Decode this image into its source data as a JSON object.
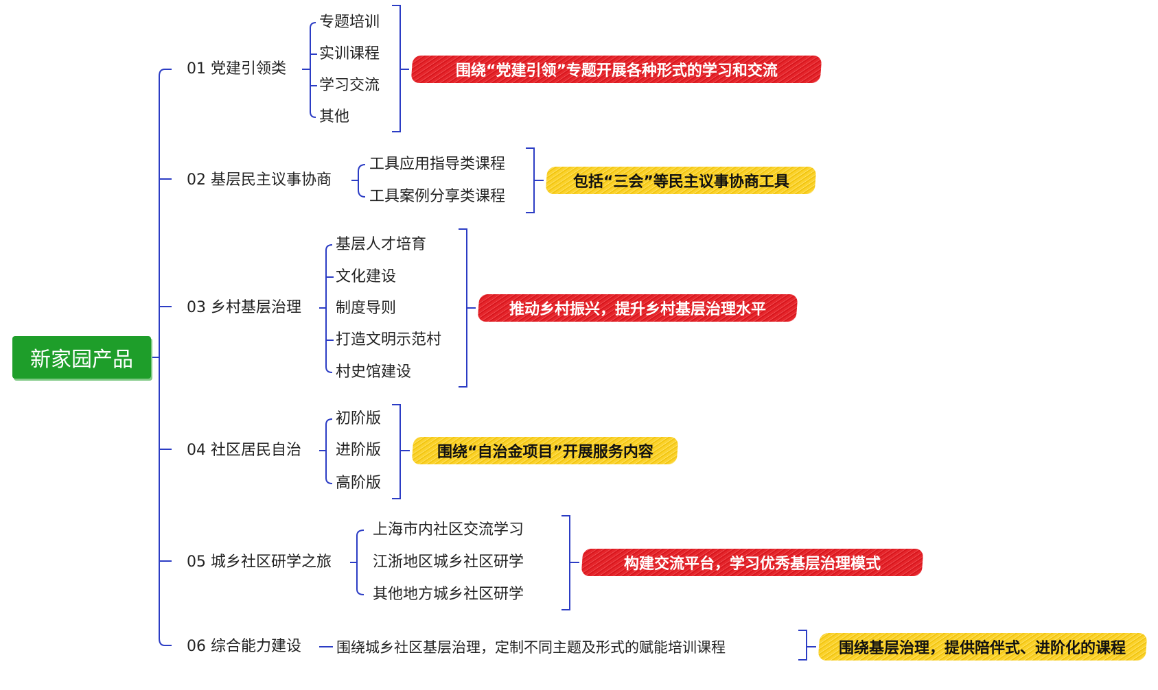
{
  "root": {
    "label": "新家园产品"
  },
  "branches": [
    {
      "label": "01 党建引领类",
      "items": [
        "专题培训",
        "实训课程",
        "学习交流",
        "其他"
      ],
      "note": "围绕“党建引领”专题开展各种形式的学习和交流",
      "note_color": "#e5252b"
    },
    {
      "label": "02 基层民主议事协商",
      "items": [
        "工具应用指导类课程",
        "工具案例分享类课程"
      ],
      "note": "包括“三会”等民主议事协商工具",
      "note_color": "#fbd22c"
    },
    {
      "label": "03 乡村基层治理",
      "items": [
        "基层人才培育",
        "文化建设",
        "制度导则",
        "打造文明示范村",
        "村史馆建设"
      ],
      "note": "推动乡村振兴，提升乡村基层治理水平",
      "note_color": "#e5252b"
    },
    {
      "label": "04 社区居民自治",
      "items": [
        "初阶版",
        "进阶版",
        "高阶版"
      ],
      "note": "围绕“自治金项目”开展服务内容",
      "note_color": "#fbd22c"
    },
    {
      "label": "05 城乡社区研学之旅",
      "items": [
        "上海市内社区交流学习",
        "江浙地区城乡社区研学",
        "其他地方城乡社区研学"
      ],
      "note": "构建交流平台，学习优秀基层治理模式",
      "note_color": "#e5252b"
    },
    {
      "label": "06 综合能力建设",
      "items": [
        "围绕城乡社区基层治理，定制不同主题及形式的赋能培训课程"
      ],
      "note": "围绕基层治理，提供陪伴式、进阶化的课程",
      "note_color": "#fbd22c"
    }
  ],
  "colors": {
    "connector": "#2b3cc4",
    "root_fill": "#1e9e2a"
  }
}
